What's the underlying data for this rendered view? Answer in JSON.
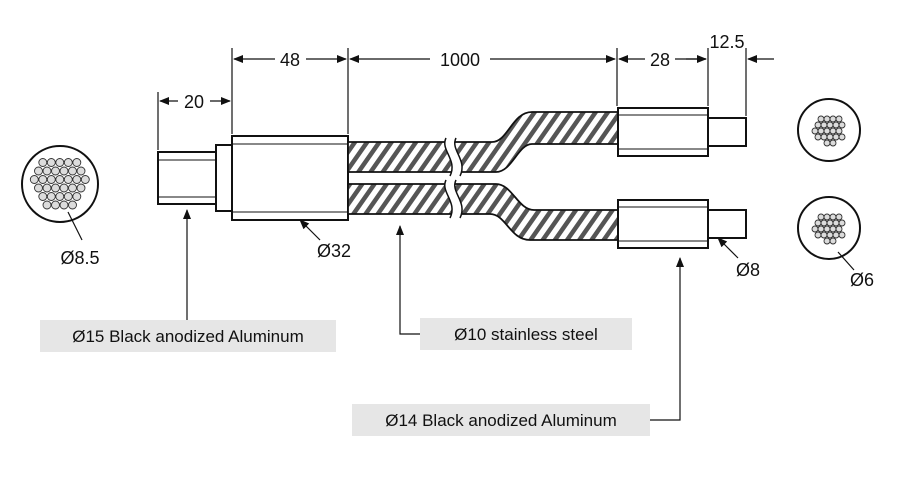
{
  "dimensions": {
    "d_48": "48",
    "d_1000": "1000",
    "d_28": "28",
    "d_12_5": "12.5",
    "d_20": "20"
  },
  "diameters": {
    "left_bundle": "Ø8.5",
    "main_body": "Ø32",
    "sleeve": "Ø8",
    "right_bundle": "Ø6"
  },
  "callouts": {
    "aluminum_15": "Ø15 Black anodized Aluminum",
    "steel_10": "Ø10 stainless steel",
    "aluminum_14": "Ø14 Black anodized Aluminum"
  },
  "colors": {
    "line": "#111111",
    "callout_box": "#e6e6e6",
    "fiber": "#dcdcdc"
  }
}
